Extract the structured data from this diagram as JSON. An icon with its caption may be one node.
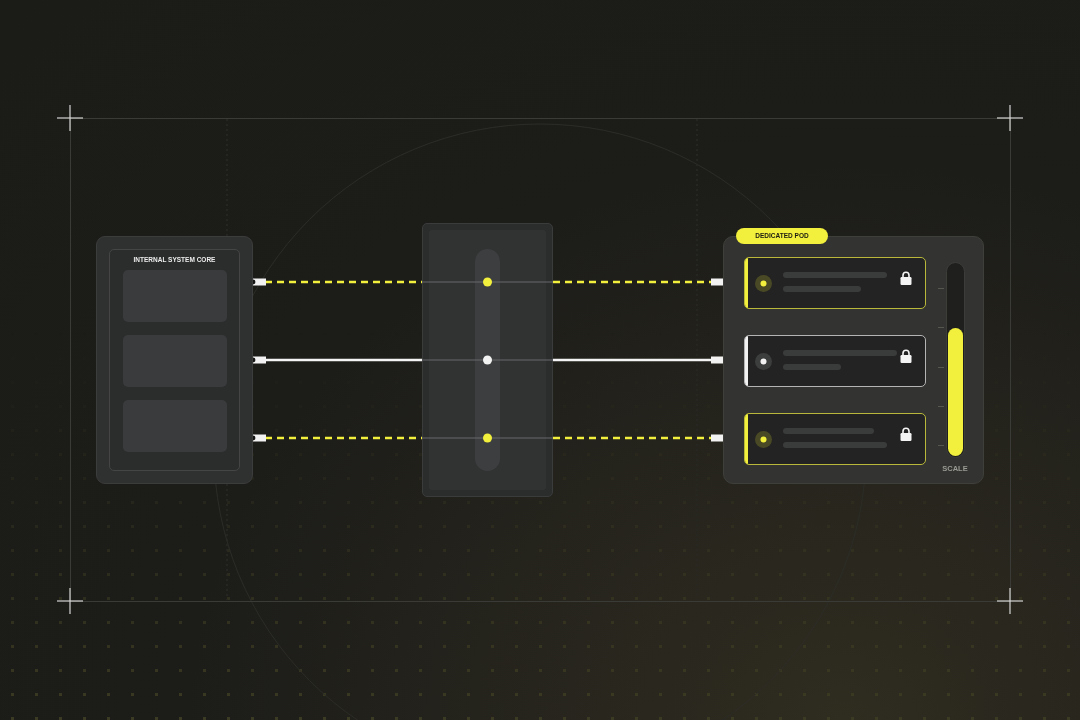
{
  "diagram": {
    "nodes": [
      {
        "text": [
          "INTERNAL SYSTEM CORE"
        ]
      },
      {
        "text": [],
        "shape": "box",
        "in": 0
      },
      {
        "text": [],
        "shape": "box",
        "in": 0
      },
      {
        "text": [],
        "shape": "box",
        "in": 0
      },
      {
        "text": [],
        "shape": "box"
      },
      {
        "text": [
          "DEDICATED POD"
        ]
      },
      {
        "text": [],
        "shape": "box",
        "in": 5
      },
      {
        "text": [],
        "shape": "box",
        "in": 5
      },
      {
        "text": [],
        "shape": "box",
        "in": 5
      }
    ],
    "edges": [
      {
        "from": 0,
        "to": 4,
        "arrow": "other",
        "style": "dashed"
      },
      {
        "from": 4,
        "to": 5,
        "arrow": "other",
        "style": "dashed"
      },
      {
        "from": 0,
        "to": 4,
        "arrow": "other",
        "color": "#f4f4f4"
      },
      {
        "from": 4,
        "to": 5,
        "arrow": "other",
        "color": "#f4f4f4"
      },
      {
        "from": 0,
        "to": 4,
        "arrow": "other",
        "style": "dashed"
      },
      {
        "from": 4,
        "to": 5,
        "arrow": "other",
        "style": "dashed"
      }
    ],
    "labels": [
      "SCALE"
    ]
  }
}
